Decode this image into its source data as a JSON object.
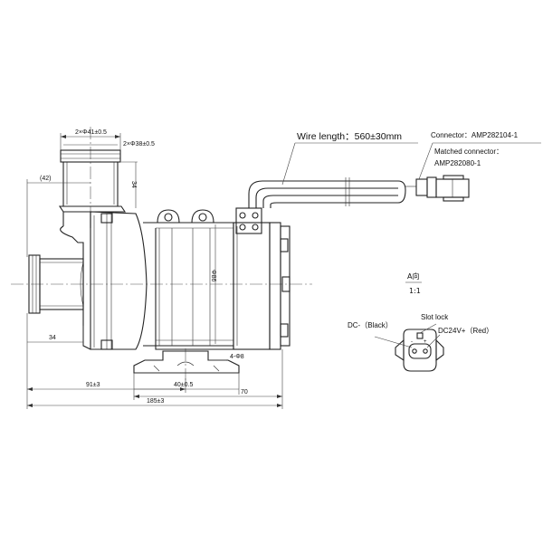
{
  "dimensions": {
    "top_outer": "2×Φ41±0.5",
    "top_inner": "2×Φ38±0.5",
    "inlet_offset": "(42)",
    "inlet_height": "34",
    "motor_diameter": "Φ86",
    "outlet_height": "34",
    "mount_hole": "4-Φ8",
    "length_91": "91±3",
    "length_40": "40±0.5",
    "length_70": "70",
    "length_185": "185±3"
  },
  "callouts": {
    "wire_length": "Wire length：560±30mm",
    "connector": "Connector：AMP282104-1",
    "matched_connector_line1": "Matched connector：",
    "matched_connector_line2": "AMP282080-1"
  },
  "view": {
    "name": "A向",
    "scale": "1:1"
  },
  "pinout": {
    "dc_minus": "DC-（Black）",
    "slot_lock": "Slot lock",
    "dc_plus": "DC24V+（Red）",
    "pin_minus": "-",
    "pin_plus": "+"
  },
  "colors": {
    "line": "#222222",
    "background": "#ffffff"
  }
}
